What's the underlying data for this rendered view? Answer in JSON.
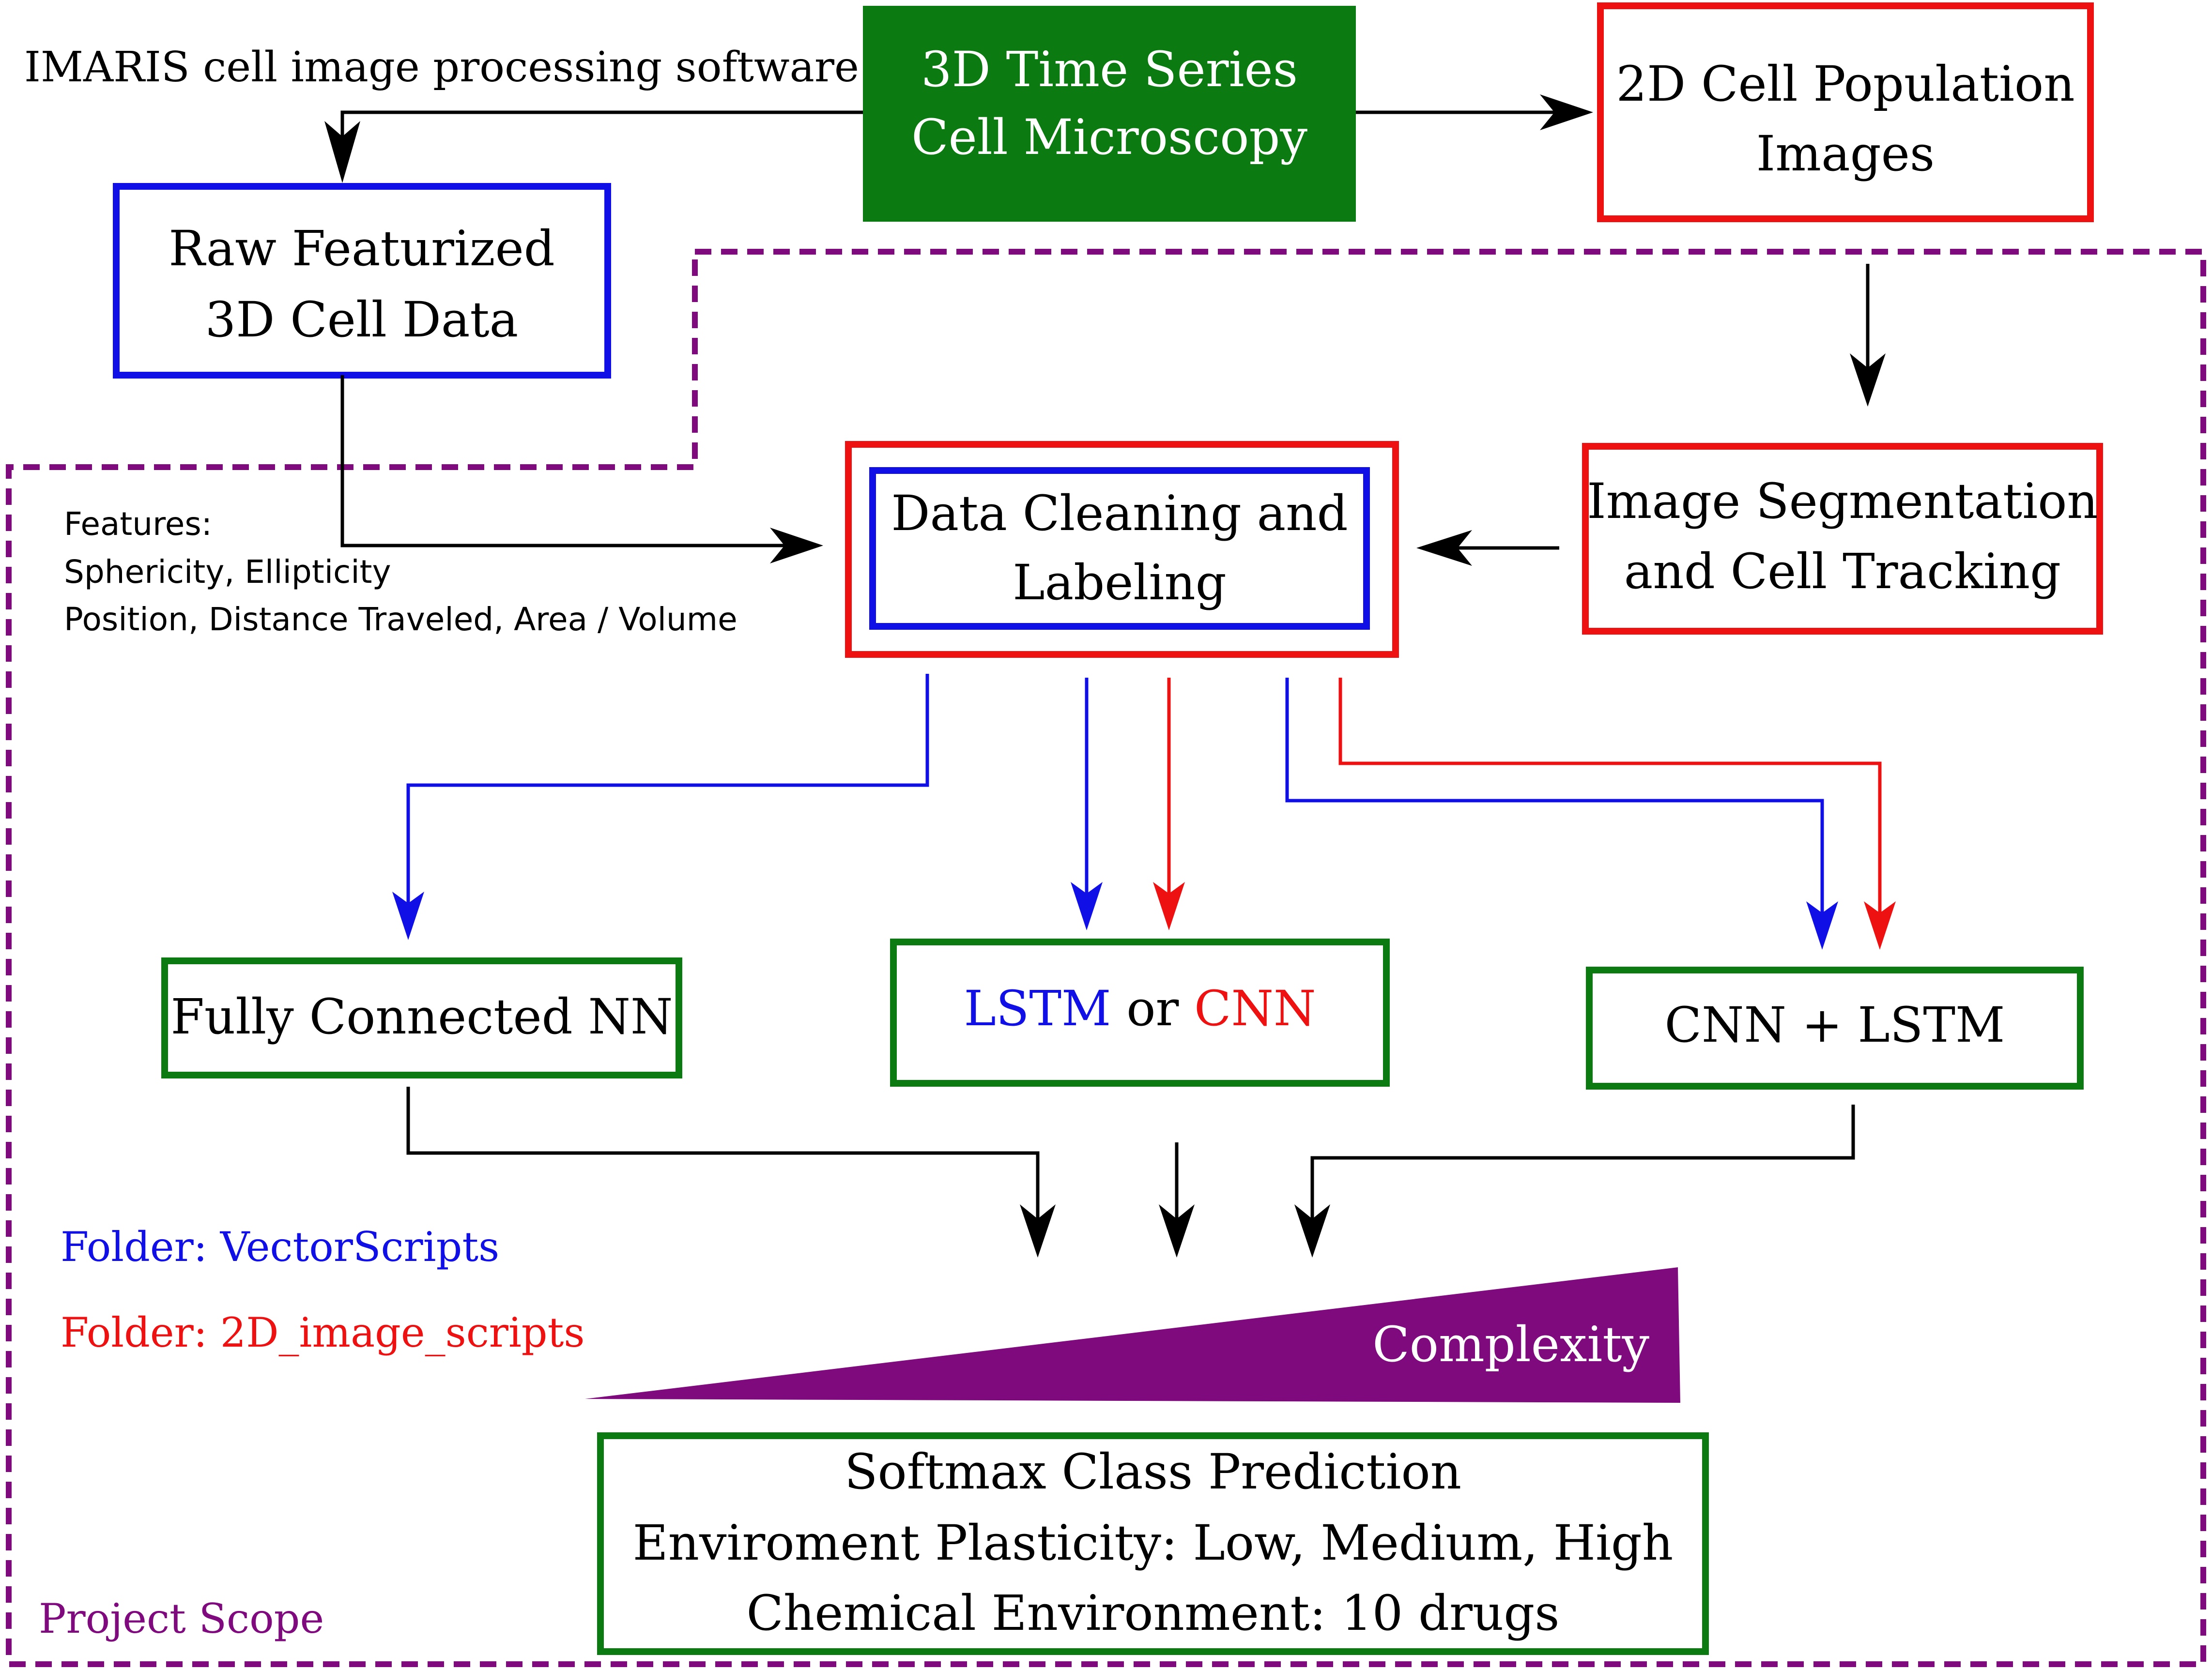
{
  "colors": {
    "green": "#0b7a10",
    "blue": "#1010e6",
    "red": "#ee1111",
    "purple": "#7e0a7e",
    "black": "#000000",
    "white": "#ffffff"
  },
  "nodes": {
    "microscopy": {
      "line1": "3D Time Series",
      "line2": "Cell Microscopy"
    },
    "population": {
      "line1": "2D Cell Population",
      "line2": "Images"
    },
    "raw": {
      "line1": "Raw Featurized",
      "line2": "3D Cell Data"
    },
    "cleaning": {
      "line1": "Data Cleaning and",
      "line2": "Labeling"
    },
    "segmentation": {
      "line1": "Image Segmentation",
      "line2": "and Cell Tracking"
    },
    "fcnn": {
      "label": "Fully Connected NN"
    },
    "lstm_cnn": {
      "part1": "LSTM",
      "part2": " or ",
      "part3": "CNN"
    },
    "cnn_lstm": {
      "label": "CNN + LSTM"
    },
    "softmax": {
      "line1": "Softmax Class Prediction",
      "line2": "Enviroment Plasticity: Low, Medium, High",
      "line3": "Chemical Environment: 10 drugs"
    }
  },
  "labels": {
    "imaris": "IMARIS cell image processing software",
    "features_title": "Features:",
    "features_line1": "Sphericity, Ellipticity",
    "features_line2": "Position, Distance Traveled, Area / Volume",
    "folder_vector": "Folder: VectorScripts",
    "folder_2d": "Folder: 2D_image_scripts",
    "complexity": "Complexity",
    "project_scope": "Project Scope"
  },
  "icons": {
    "arrowhead": "arrowhead-icon"
  }
}
